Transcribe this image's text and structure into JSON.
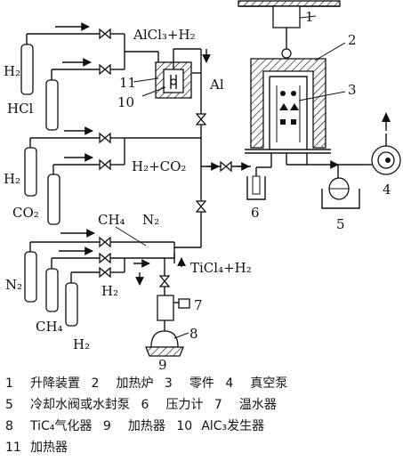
{
  "labels": {
    "n1": "1",
    "n2": "2",
    "n3": "3",
    "n4": "4",
    "n5": "5",
    "n6": "6",
    "n7": "7",
    "n8": "8",
    "n9": "9",
    "n10": "10",
    "n11": "11",
    "alcl3_h2": "AlCl₃+H₂",
    "al": "Al",
    "h2_top": "H₂",
    "hcl": "HCl",
    "h2_mid": "H₂",
    "co2": "CO₂",
    "h2_co2": "H₂+CO₂",
    "ch4_top": "CH₄",
    "n2_top": "N₂",
    "n2_left": "N₂",
    "h2_low": "H₂",
    "ch4_bottom": "CH₄",
    "h2_bottom": "H₂",
    "ticl4_h2": "TiCl₄+H₂"
  },
  "legend": {
    "row1": [
      {
        "num": "1",
        "text": "升降装置"
      },
      {
        "num": "2",
        "text": "加热炉"
      },
      {
        "num": "3",
        "text": "零件"
      },
      {
        "num": "4",
        "text": "真空泵"
      }
    ],
    "row2": [
      {
        "num": "5",
        "text": "冷却水阀或水封泵"
      },
      {
        "num": "6",
        "text": "压力计"
      },
      {
        "num": "7",
        "text": "温水器"
      }
    ],
    "row3": [
      {
        "num": "8",
        "text": "TiC₄气化器"
      },
      {
        "num": "9",
        "text": "加热器"
      },
      {
        "num": "10",
        "text": "AlC₃发生器"
      }
    ],
    "row4": [
      {
        "num": "11",
        "text": "加热器"
      }
    ]
  }
}
